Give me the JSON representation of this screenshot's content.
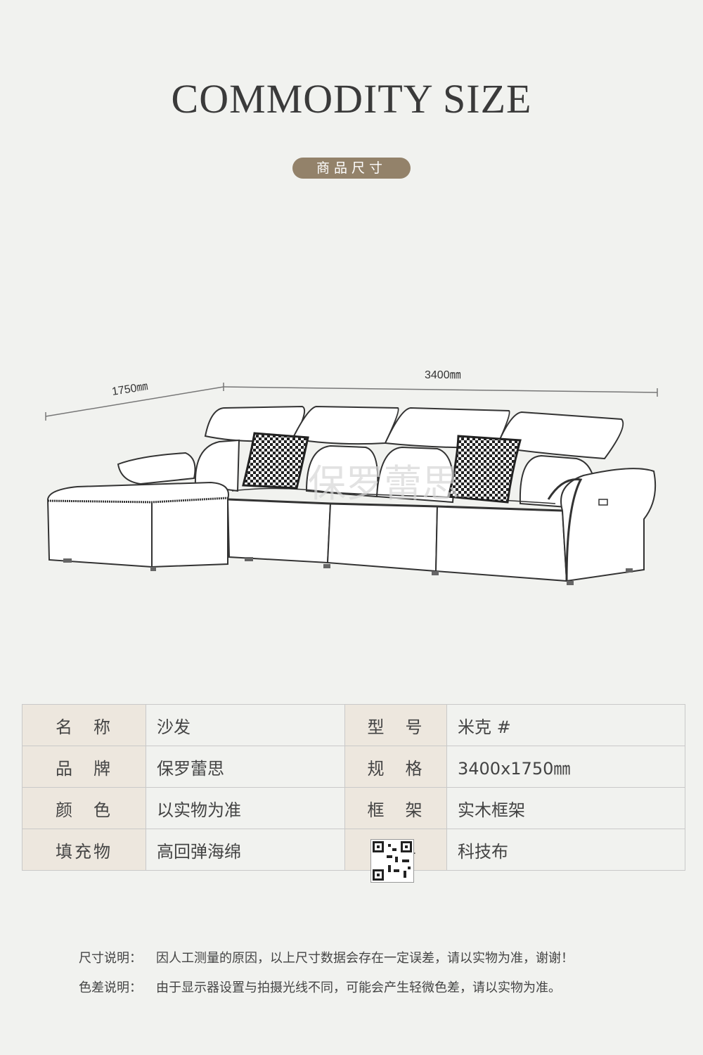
{
  "header": {
    "title": "COMMODITY SIZE",
    "badge": "商品尺寸"
  },
  "diagram": {
    "depth_label": "1750㎜",
    "width_label": "3400㎜",
    "watermark": "保罗蕾思"
  },
  "specs": [
    {
      "label": "名　称",
      "value": "沙发"
    },
    {
      "label": "型　号",
      "value": "米克 #"
    },
    {
      "label": "品　牌",
      "value": "保罗蕾思"
    },
    {
      "label": "规　格",
      "value": "3400x1750㎜"
    },
    {
      "label": "颜　色",
      "value": "以实物为准"
    },
    {
      "label": "框　架",
      "value": "实木框架"
    },
    {
      "label": "填充物",
      "value": "高回弹海绵"
    },
    {
      "label": "料",
      "value": "科技布"
    }
  ],
  "notes": [
    {
      "label": "尺寸说明：",
      "text": "因人工测量的原因，以上尺寸数据会存在一定误差，请以实物为准，谢谢！"
    },
    {
      "label": "色差说明：",
      "text": "由于显示器设置与拍摄光线不同，可能会产生轻微色差，请以实物为准。"
    }
  ]
}
